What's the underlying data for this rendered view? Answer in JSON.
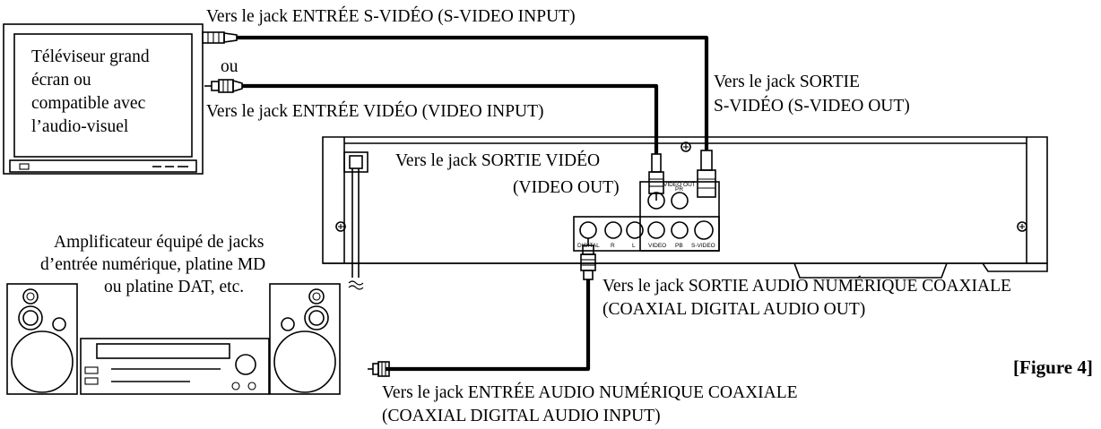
{
  "tv": {
    "label_lines": [
      "Téléviseur grand",
      "écran ou",
      "compatible avec",
      "l’audio-visuel"
    ]
  },
  "amplifier": {
    "label_lines": [
      "Amplificateur équipé de jacks",
      "d’entrée numérique, platine MD",
      "ou platine DAT, etc."
    ]
  },
  "connections": {
    "svideo_input": "Vers le jack ENTRÉE S-VIDÉO (S-VIDEO INPUT)",
    "or": "ou",
    "video_input": "Vers le jack ENTRÉE VIDÉO (VIDEO INPUT)",
    "svideo_out_lines": [
      "Vers le jack SORTIE",
      "S-VIDÉO (S-VIDEO OUT)"
    ],
    "video_out_lines": [
      "Vers le jack SORTIE VIDÉO",
      "(VIDEO OUT)"
    ],
    "coaxial_out_lines": [
      "Vers le jack SORTIE AUDIO NUMÉRIQUE COAXIALE",
      "(COAXIAL DIGITAL AUDIO OUT)"
    ],
    "coaxial_in_lines": [
      "Vers le jack ENTRÉE AUDIO NUMÉRIQUE COAXIALE",
      "(COAXIAL DIGITAL AUDIO INPUT)"
    ]
  },
  "rear_panel_labels": {
    "digital": "DIGITAL",
    "r": "R",
    "l": "L",
    "video": "VIDEO",
    "pb": "PB",
    "pr": "PR",
    "svideo": "S-VIDEO",
    "video_out": "VIDEO OUT"
  },
  "figure_label": "[Figure 4]"
}
